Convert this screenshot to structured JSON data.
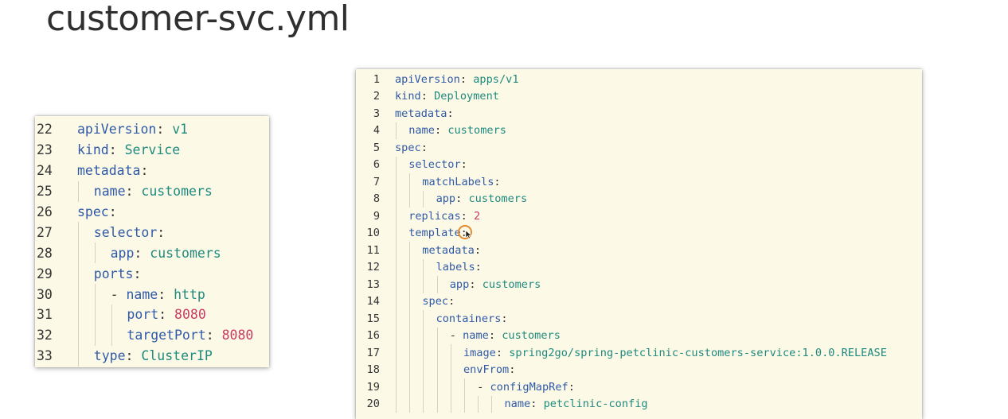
{
  "title": "customer-svc.yml",
  "left_panel": {
    "lines": [
      {
        "num": "22",
        "indent": 0,
        "tokens": [
          {
            "t": "apiVersion",
            "c": "k"
          },
          {
            "t": ": ",
            "c": "p"
          },
          {
            "t": "v1",
            "c": "v"
          }
        ]
      },
      {
        "num": "23",
        "indent": 0,
        "tokens": [
          {
            "t": "kind",
            "c": "k"
          },
          {
            "t": ": ",
            "c": "p"
          },
          {
            "t": "Service",
            "c": "v"
          }
        ]
      },
      {
        "num": "24",
        "indent": 0,
        "tokens": [
          {
            "t": "metadata",
            "c": "k"
          },
          {
            "t": ":",
            "c": "p"
          }
        ]
      },
      {
        "num": "25",
        "indent": 1,
        "tokens": [
          {
            "t": "name",
            "c": "k"
          },
          {
            "t": ": ",
            "c": "p"
          },
          {
            "t": "customers",
            "c": "v"
          }
        ]
      },
      {
        "num": "26",
        "indent": 0,
        "tokens": [
          {
            "t": "spec",
            "c": "k"
          },
          {
            "t": ":",
            "c": "p"
          }
        ]
      },
      {
        "num": "27",
        "indent": 1,
        "tokens": [
          {
            "t": "selector",
            "c": "k"
          },
          {
            "t": ":",
            "c": "p"
          }
        ]
      },
      {
        "num": "28",
        "indent": 2,
        "tokens": [
          {
            "t": "app",
            "c": "k"
          },
          {
            "t": ": ",
            "c": "p"
          },
          {
            "t": "customers",
            "c": "v"
          }
        ]
      },
      {
        "num": "29",
        "indent": 1,
        "tokens": [
          {
            "t": "ports",
            "c": "k"
          },
          {
            "t": ":",
            "c": "p"
          }
        ]
      },
      {
        "num": "30",
        "indent": 2,
        "tokens": [
          {
            "t": "- ",
            "c": "p"
          },
          {
            "t": "name",
            "c": "k"
          },
          {
            "t": ": ",
            "c": "p"
          },
          {
            "t": "http",
            "c": "v"
          }
        ]
      },
      {
        "num": "31",
        "indent": 3,
        "tokens": [
          {
            "t": "port",
            "c": "k"
          },
          {
            "t": ": ",
            "c": "p"
          },
          {
            "t": "8080",
            "c": "n"
          }
        ]
      },
      {
        "num": "32",
        "indent": 3,
        "tokens": [
          {
            "t": "targetPort",
            "c": "k"
          },
          {
            "t": ": ",
            "c": "p"
          },
          {
            "t": "8080",
            "c": "n"
          }
        ]
      },
      {
        "num": "33",
        "indent": 1,
        "tokens": [
          {
            "t": "type",
            "c": "k"
          },
          {
            "t": ": ",
            "c": "p"
          },
          {
            "t": "ClusterIP",
            "c": "v"
          }
        ]
      }
    ]
  },
  "right_panel": {
    "lines": [
      {
        "num": "1",
        "indent": 0,
        "tokens": [
          {
            "t": "apiVersion",
            "c": "k"
          },
          {
            "t": ": ",
            "c": "p"
          },
          {
            "t": "apps/v1",
            "c": "v"
          }
        ]
      },
      {
        "num": "2",
        "indent": 0,
        "tokens": [
          {
            "t": "kind",
            "c": "k"
          },
          {
            "t": ": ",
            "c": "p"
          },
          {
            "t": "Deployment",
            "c": "v"
          }
        ]
      },
      {
        "num": "3",
        "indent": 0,
        "tokens": [
          {
            "t": "metadata",
            "c": "k"
          },
          {
            "t": ":",
            "c": "p"
          }
        ]
      },
      {
        "num": "4",
        "indent": 1,
        "tokens": [
          {
            "t": "name",
            "c": "k"
          },
          {
            "t": ": ",
            "c": "p"
          },
          {
            "t": "customers",
            "c": "v"
          }
        ]
      },
      {
        "num": "5",
        "indent": 0,
        "tokens": [
          {
            "t": "spec",
            "c": "k"
          },
          {
            "t": ":",
            "c": "p"
          }
        ]
      },
      {
        "num": "6",
        "indent": 1,
        "tokens": [
          {
            "t": "selector",
            "c": "k"
          },
          {
            "t": ":",
            "c": "p"
          }
        ]
      },
      {
        "num": "7",
        "indent": 2,
        "tokens": [
          {
            "t": "matchLabels",
            "c": "k"
          },
          {
            "t": ":",
            "c": "p"
          }
        ]
      },
      {
        "num": "8",
        "indent": 3,
        "tokens": [
          {
            "t": "app",
            "c": "k"
          },
          {
            "t": ": ",
            "c": "p"
          },
          {
            "t": "customers",
            "c": "v"
          }
        ]
      },
      {
        "num": "9",
        "indent": 1,
        "tokens": [
          {
            "t": "replicas",
            "c": "k"
          },
          {
            "t": ": ",
            "c": "p"
          },
          {
            "t": "2",
            "c": "n"
          }
        ]
      },
      {
        "num": "10",
        "indent": 1,
        "tokens": [
          {
            "t": "template",
            "c": "k"
          },
          {
            "t": ":",
            "c": "p"
          }
        ]
      },
      {
        "num": "11",
        "indent": 2,
        "tokens": [
          {
            "t": "metadata",
            "c": "k"
          },
          {
            "t": ":",
            "c": "p"
          }
        ]
      },
      {
        "num": "12",
        "indent": 3,
        "tokens": [
          {
            "t": "labels",
            "c": "k"
          },
          {
            "t": ":",
            "c": "p"
          }
        ]
      },
      {
        "num": "13",
        "indent": 4,
        "tokens": [
          {
            "t": "app",
            "c": "k"
          },
          {
            "t": ": ",
            "c": "p"
          },
          {
            "t": "customers",
            "c": "v"
          }
        ]
      },
      {
        "num": "14",
        "indent": 2,
        "tokens": [
          {
            "t": "spec",
            "c": "k"
          },
          {
            "t": ":",
            "c": "p"
          }
        ]
      },
      {
        "num": "15",
        "indent": 3,
        "tokens": [
          {
            "t": "containers",
            "c": "k"
          },
          {
            "t": ":",
            "c": "p"
          }
        ]
      },
      {
        "num": "16",
        "indent": 4,
        "tokens": [
          {
            "t": "- ",
            "c": "p"
          },
          {
            "t": "name",
            "c": "k"
          },
          {
            "t": ": ",
            "c": "p"
          },
          {
            "t": "customers",
            "c": "v"
          }
        ]
      },
      {
        "num": "17",
        "indent": 5,
        "tokens": [
          {
            "t": "image",
            "c": "k"
          },
          {
            "t": ": ",
            "c": "p"
          },
          {
            "t": "spring2go/spring-petclinic-customers-service:1.0.0.RELEASE",
            "c": "v"
          }
        ]
      },
      {
        "num": "18",
        "indent": 5,
        "tokens": [
          {
            "t": "envFrom",
            "c": "k"
          },
          {
            "t": ":",
            "c": "p"
          }
        ]
      },
      {
        "num": "19",
        "indent": 6,
        "tokens": [
          {
            "t": "- ",
            "c": "p"
          },
          {
            "t": "configMapRef",
            "c": "k"
          },
          {
            "t": ":",
            "c": "p"
          }
        ]
      },
      {
        "num": "20",
        "indent": 8,
        "tokens": [
          {
            "t": "name",
            "c": "k"
          },
          {
            "t": ": ",
            "c": "p"
          },
          {
            "t": "petclinic-config",
            "c": "v"
          }
        ]
      }
    ]
  },
  "colors": {
    "key": "#2f5aa8",
    "string": "#1d8a7e",
    "number": "#c83b63",
    "panel_bg": "#fdf9e7",
    "cursor": "#e58b2d"
  },
  "icons": {
    "cursor": "mouse-pointer-icon"
  }
}
